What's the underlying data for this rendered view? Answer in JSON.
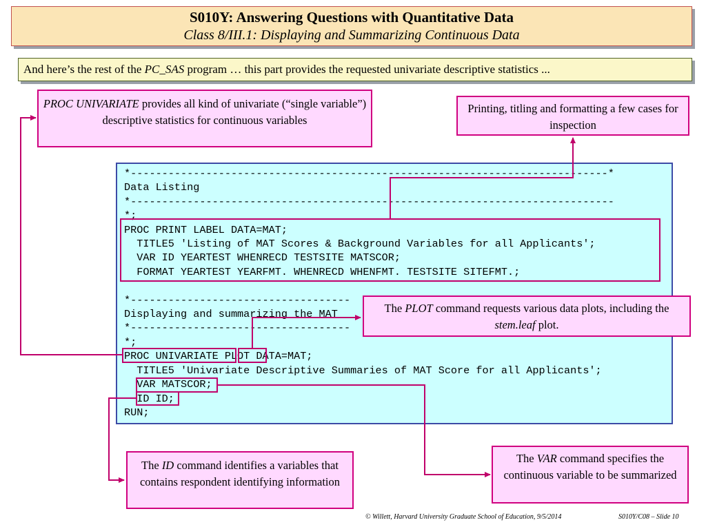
{
  "title": {
    "line1": "S010Y: Answering Questions with Quantitative Data",
    "line2": "Class 8/III.1: Displaying and Summarizing Continuous Data"
  },
  "subtitle": {
    "before": "And here’s the rest of the ",
    "italic": "PC_SAS",
    "after": " program … this part provides the requested univariate descriptive statistics ..."
  },
  "callouts": {
    "univariate": {
      "italic": "PROC UNIVARIATE",
      "text": " provides all kind of univariate (“single variable”) descriptive statistics for continuous variables"
    },
    "print": {
      "text": "Printing, titling and formatting a few cases for inspection"
    },
    "plot": {
      "before": "The ",
      "italic": "PLOT",
      "middle": " command requests various data plots, including the ",
      "italic2": "stem.leaf",
      "after": " plot."
    },
    "id": {
      "before": "The ",
      "italic": "ID",
      "after": " command identifies a variables that contains respondent identifying information"
    },
    "var": {
      "before": "The ",
      "italic": "VAR",
      "after": " command specifies the continuous variable to be summarized"
    }
  },
  "code": {
    "l01": "*----------------------------------------------------------------------------*",
    "l02": "Data Listing",
    "l03": "*-----------------------------------------------------------------------------",
    "l04": "*;",
    "l05": "PROC PRINT LABEL DATA=MAT;",
    "l06": "  TITLE5 'Listing of MAT Scores & Background Variables for all Applicants';",
    "l07": "  VAR ID YEARTEST WHENRECD TESTSITE MATSCOR;",
    "l08": "  FORMAT YEARTEST YEARFMT. WHENRECD WHENFMT. TESTSITE SITEFMT.;",
    "l09": "",
    "l10": "*-----------------------------------",
    "l11": "Displaying and summarizing the MAT",
    "l12": "*-----------------------------------",
    "l13": "*;",
    "l14": "PROC UNIVARIATE PLOT DATA=MAT;",
    "l15": "  TITLE5 'Univariate Descriptive Summaries of MAT Score for all Applicants';",
    "l16": "  VAR MATSCOR;",
    "l17": "  ID ID;",
    "l18": "RUN;"
  },
  "footer": {
    "left": "© Willett, Harvard University Graduate School of Education, 9/5/2014",
    "right": "S010Y/C08 – Slide 10"
  },
  "colors": {
    "title_bg": "#fbe5b6",
    "subtitle_bg": "#fbf7c9",
    "callout_bg": "#ffd9ff",
    "callout_border": "#d0007f",
    "code_bg": "#ccffff",
    "code_border": "#3c4aa6"
  }
}
